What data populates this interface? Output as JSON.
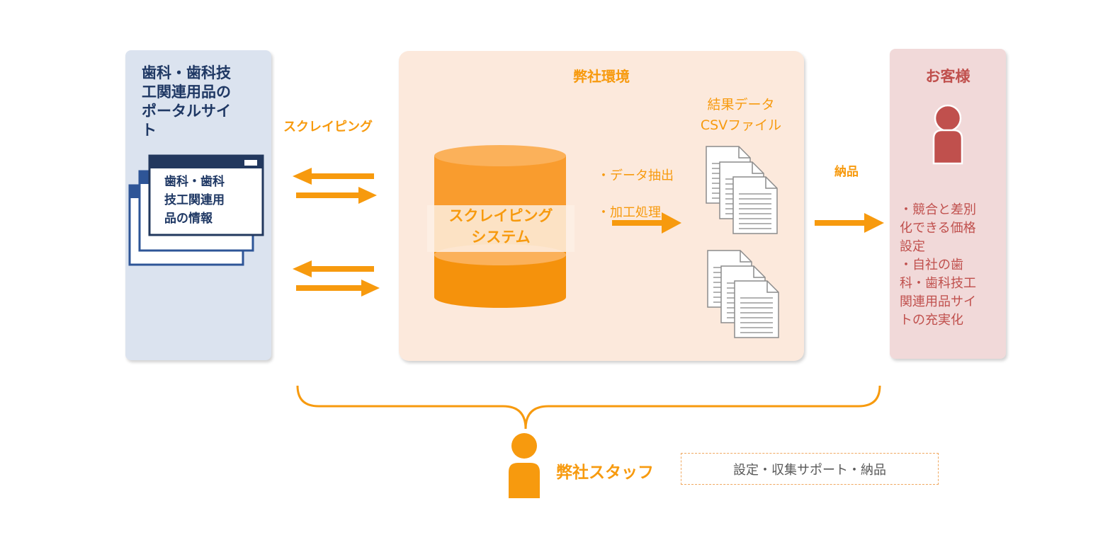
{
  "source": {
    "title": "歯科・歯科技\n工関連用品の\nポータルサイ\nト",
    "document_text": "歯科・歯科\n技工関連用\n品の情報"
  },
  "scraping_label": "スクレイピング",
  "company": {
    "title": "弊社環境",
    "system_label": "スクレイピング\nシステム",
    "process_items": [
      "・データ抽出",
      "・加工処理"
    ],
    "result_label": "結果データ\nCSVファイル"
  },
  "delivery_label": "納品",
  "customer": {
    "title": "お客様",
    "benefits": "・競合と差別\n化できる価格\n設定\n・自社の歯\n科・歯科技工\n関連用品サイ\nトの充実化"
  },
  "staff": {
    "label": "弊社スタッフ",
    "tasks": "設定・収集サポート・納品"
  },
  "colors": {
    "orange": "#f79a0e",
    "navy": "#1f3864",
    "red": "#c0504d",
    "left_panel": "#dbe3ef",
    "center_panel": "#fce9dc",
    "right_panel": "#f1d9d9"
  },
  "icons": [
    "browser-window-icon",
    "database-cylinder-icon",
    "document-stack-icon",
    "person-icon",
    "arrow-icon",
    "curly-brace"
  ]
}
